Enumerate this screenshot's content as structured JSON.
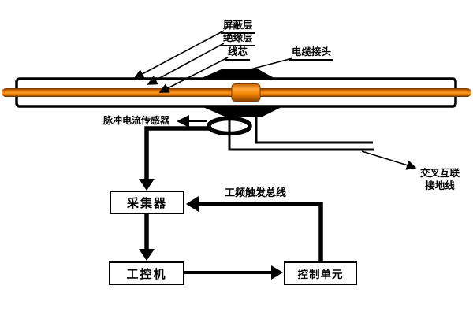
{
  "diagram": {
    "title_semantic": "cable-partial-discharge-monitoring-schematic",
    "background_color": "#ffffff",
    "line_color": "#000000",
    "cable": {
      "core_color": "#f08200",
      "core_dark_color": "#5a2d00",
      "joint_sleeve_color": "#f7941d",
      "labels": {
        "shield": "屏蔽层",
        "insulation": "绝缘层",
        "core": "线芯",
        "joint": "电缆接头"
      }
    },
    "sensor": {
      "label": "脉冲电流传感器"
    },
    "grounding": {
      "label_line1": "交叉互联",
      "label_line2": "接地线"
    },
    "bus": {
      "label": "工频触发总线"
    },
    "boxes": {
      "collector": "采集器",
      "ipc": "工控机",
      "control_unit": "控制单元"
    }
  }
}
